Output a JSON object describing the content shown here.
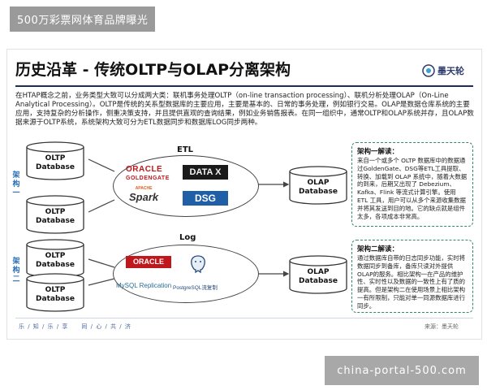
{
  "watermark_top": "500万彩票网体育品牌曝光",
  "watermark_bottom": "china-portal-500.com",
  "slide": {
    "title": "历史沿革 - 传统OLTP与OLAP分离架构",
    "logo_text": "墨天轮",
    "intro": "在HTAP概念之前，业务类型大致可以分成两大类：联机事务处理OLTP（on-line transaction processing）、联机分析处理OLAP（On-Line Analytical Processing）。OLTP是传统的关系型数据库的主要应用，主要是基本的、日常的事务处理，例如银行交易。OLAP是数据仓库系统的主要应用，支持复杂的分析操作，侧重决策支持，并且提供直观的查询结果，例如业务销售报表。在同一组织中，通常OLTP和OLAP系统并存，且OLAP数据来源于OLTP系统，系统架构大致可分为ETL数据同步和数据库LOG同步两种。"
  },
  "arch1": {
    "side_label": "架构一",
    "db_top": "OLTP\nDatabase",
    "db_bottom": "OLTP\nDatabase",
    "group": "ETL",
    "tools": [
      "ORACLE",
      "GOLDENGATE",
      "DATA X",
      "APACHE",
      "Spark",
      "DSG"
    ],
    "target": "OLAP\nDatabase"
  },
  "arch2": {
    "side_label": "架构二",
    "db_top": "OLTP\nDatabase",
    "db_bottom": "OLTP\nDatabase",
    "group": "Log",
    "tools": [
      "ORACLE",
      "MySQL Replication",
      "PostgreSQL流复制"
    ],
    "target": "OLAP\nDatabase"
  },
  "note1": {
    "title": "架构一解读：",
    "body": "来自一个或多个 OLTP 数据库中的数据通过GoldenGate、DSG等ETL工具提取、转换、加载到 OLAP 系统中，随着大数据的到来，后期又出现了 Debezium、Kafka、Flink 等流式计算引擎。使用 ETL 工具，用户可以从多个来源收集数据并将其发送到目的地。它的缺点就是组件太多，各项成本非常高。"
  },
  "note2": {
    "title": "架构二解读：",
    "body": "通过数据库自带的日志同步功能，实时将数据同步到备库，备库只读对外提供OLAP的服务。相比架构一在产品的维护性、实时性以及数据的一致性上有了质的提高。但是架构二在使用场景上相比架构一有所限制，只能对单一同源数据库进行同步。"
  },
  "footer": {
    "left": "乐 / 知 / 乐 / 享　　同 / 心 / 共 / 济",
    "right": "来源：墨天轮"
  },
  "colors": {
    "title_rule": "#1f2d55",
    "side_label": "#2a6fb6",
    "note_border": "#2f8a6c",
    "oracle_red": "#c0171c",
    "dsg_blue": "#1f5fa8"
  }
}
